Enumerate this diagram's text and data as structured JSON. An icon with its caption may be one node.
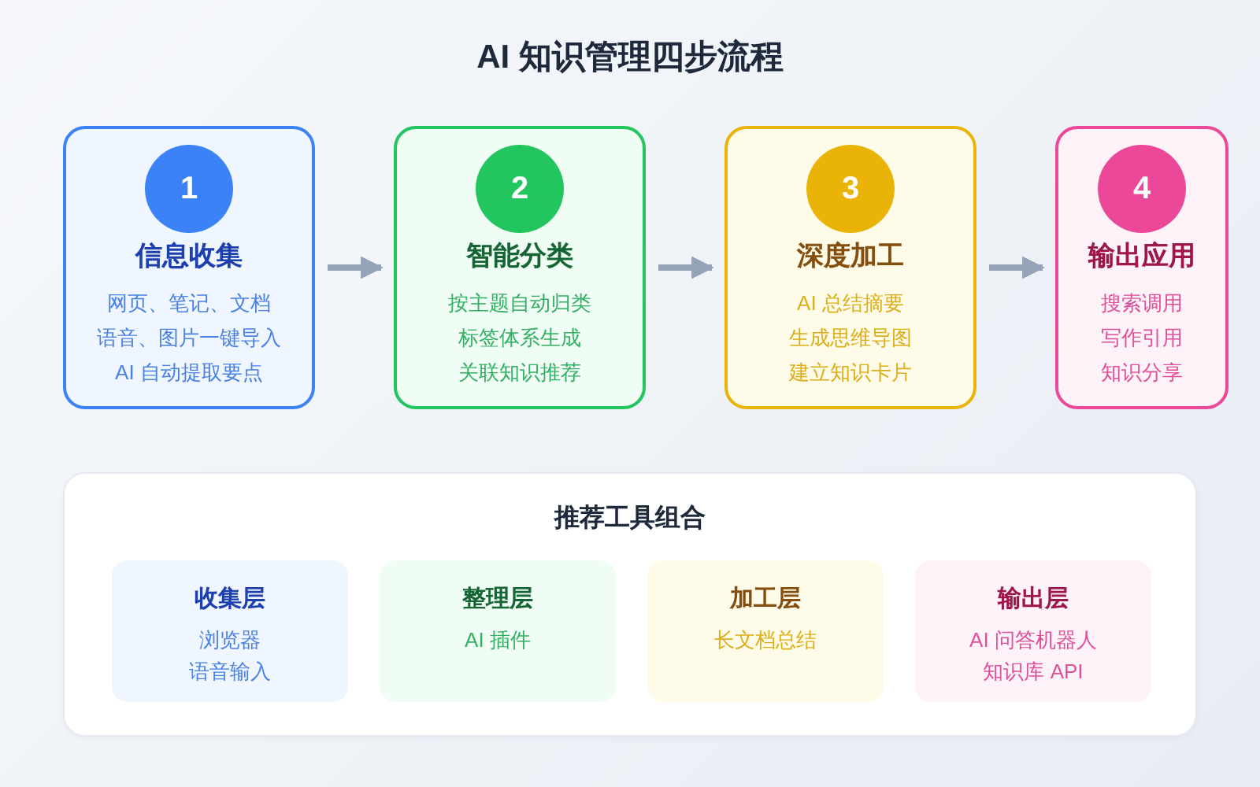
{
  "diagram": {
    "title": "AI 知识管理四步流程",
    "nodes": [
      {
        "text": [
          "信息收集",
          "网页、笔记、文档",
          "语音、图片一键导入",
          "AI 自动提取要点"
        ]
      },
      {
        "text": [
          "1"
        ],
        "in": 0
      },
      {
        "text": [
          "智能分类",
          "按主题自动归类",
          "标签体系生成",
          "关联知识推荐"
        ]
      },
      {
        "text": [
          "2"
        ],
        "in": 2
      },
      {
        "text": [
          "深度加工",
          "AI 总结摘要",
          "生成思维导图",
          "建立知识卡片"
        ]
      },
      {
        "text": [
          "3"
        ],
        "in": 4
      },
      {
        "text": [
          "输出应用",
          "搜索调用",
          "写作引用",
          "知识分享"
        ]
      },
      {
        "text": [
          "4"
        ],
        "in": 6
      },
      {
        "text": [
          "推荐工具组合"
        ]
      },
      {
        "text": [
          "收集层",
          "浏览器",
          "语音输入"
        ],
        "in": 8
      },
      {
        "text": [
          "整理层",
          "AI 插件"
        ],
        "in": 8
      },
      {
        "text": [
          "加工层",
          "长文档总结"
        ],
        "in": 8
      },
      {
        "text": [
          "输出层",
          "AI 问答机器人",
          "知识库 API"
        ],
        "in": 8
      }
    ],
    "edges": [
      {
        "from": 0,
        "to": 2,
        "arrow": "to"
      },
      {
        "from": 2,
        "to": 4,
        "arrow": "to"
      },
      {
        "from": 4,
        "to": 6,
        "arrow": "to"
      }
    ]
  }
}
